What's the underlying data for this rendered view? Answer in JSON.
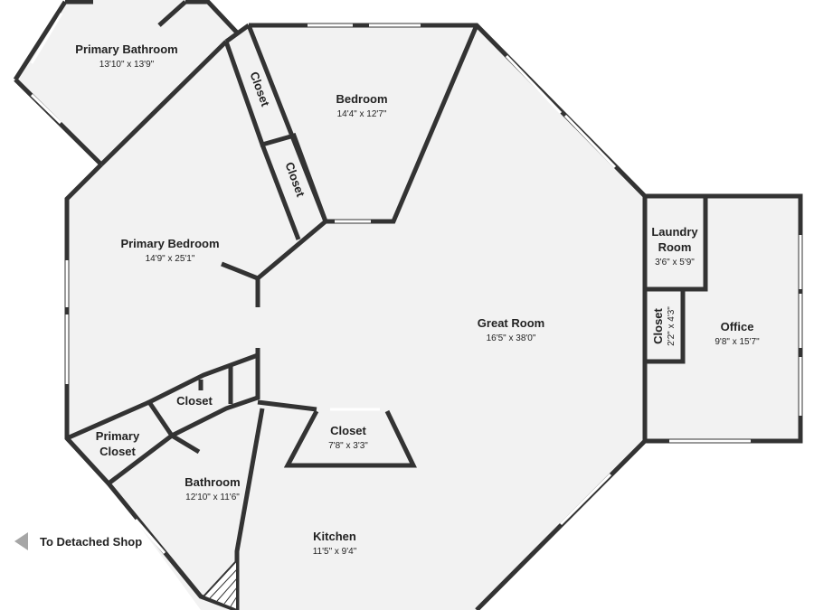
{
  "rooms": {
    "primary_bathroom": {
      "name": "Primary Bathroom",
      "dims": "13'10\" x 13'9\""
    },
    "bedroom": {
      "name": "Bedroom",
      "dims": "14'4\" x 12'7\""
    },
    "closet_1": {
      "name": "Closet"
    },
    "closet_2": {
      "name": "Closet"
    },
    "primary_bedroom": {
      "name": "Primary Bedroom",
      "dims": "14'9\" x 25'1\""
    },
    "great_room": {
      "name": "Great Room",
      "dims": "16'5\" x 38'0\""
    },
    "laundry_room": {
      "name_line1": "Laundry",
      "name_line2": "Room",
      "dims": "3'6\" x 5'9\""
    },
    "closet_office": {
      "name": "Closet",
      "dims": "2'2\" x 4'3\""
    },
    "office": {
      "name": "Office",
      "dims": "9'8\" x 15'7\""
    },
    "closet_3": {
      "name": "Closet"
    },
    "closet_4": {
      "name": "Closet",
      "dims": "7'8\" x 3'3\""
    },
    "primary_closet": {
      "name_line1": "Primary",
      "name_line2": "Closet"
    },
    "bathroom": {
      "name": "Bathroom",
      "dims": "12'10\" x 11'6\""
    },
    "kitchen": {
      "name": "Kitchen",
      "dims": "11'5\" x 9'4\""
    }
  },
  "nav": {
    "label": "To Detached Shop",
    "icon": "left-arrow-icon"
  },
  "colors": {
    "wall": "#333333",
    "floor": "#f2f2f2",
    "nav_arrow": "#a6a6a6"
  }
}
